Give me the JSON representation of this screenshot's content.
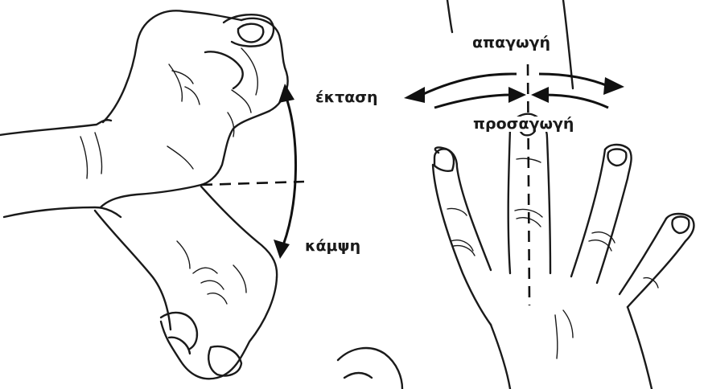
{
  "left_figure": {
    "extension_label": "έκταση",
    "flexion_label": "κάμψη"
  },
  "right_figure": {
    "abduction_label": "απαγωγή",
    "adduction_label": "προσαγωγή"
  },
  "colors": {
    "ink": "#1a1a1a",
    "background": "#ffffff"
  }
}
